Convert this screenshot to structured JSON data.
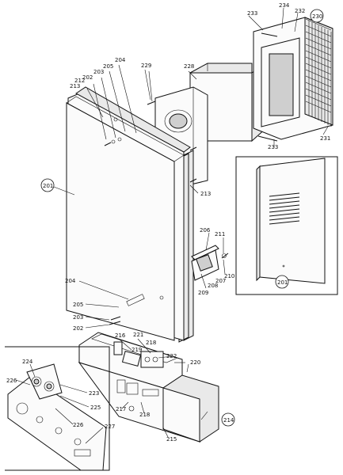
{
  "labels": {
    "l201a": "201",
    "l201b": "201",
    "l202a": "202",
    "l202b": "202",
    "l203a": "203",
    "l203b": "203",
    "l204a": "204",
    "l204b": "204",
    "l205a": "205",
    "l205b": "205",
    "l206": "206",
    "l207": "207",
    "l208": "208",
    "l209": "209",
    "l210": "210",
    "l211": "211",
    "l212": "212",
    "l213a": "213",
    "l213b": "213",
    "l214": "214",
    "l215": "215",
    "l216": "216",
    "l217": "217",
    "l218a": "218",
    "l218b": "218",
    "l219": "219",
    "l220": "220",
    "l221": "221",
    "l222": "222",
    "l223": "223",
    "l224": "224",
    "l225": "225",
    "l226a": "226",
    "l226b": "226",
    "l227": "227",
    "l228": "228",
    "l229": "229",
    "l230": "230",
    "l231": "231",
    "l232": "232",
    "l233a": "233",
    "l233b": "233",
    "l234": "234"
  }
}
